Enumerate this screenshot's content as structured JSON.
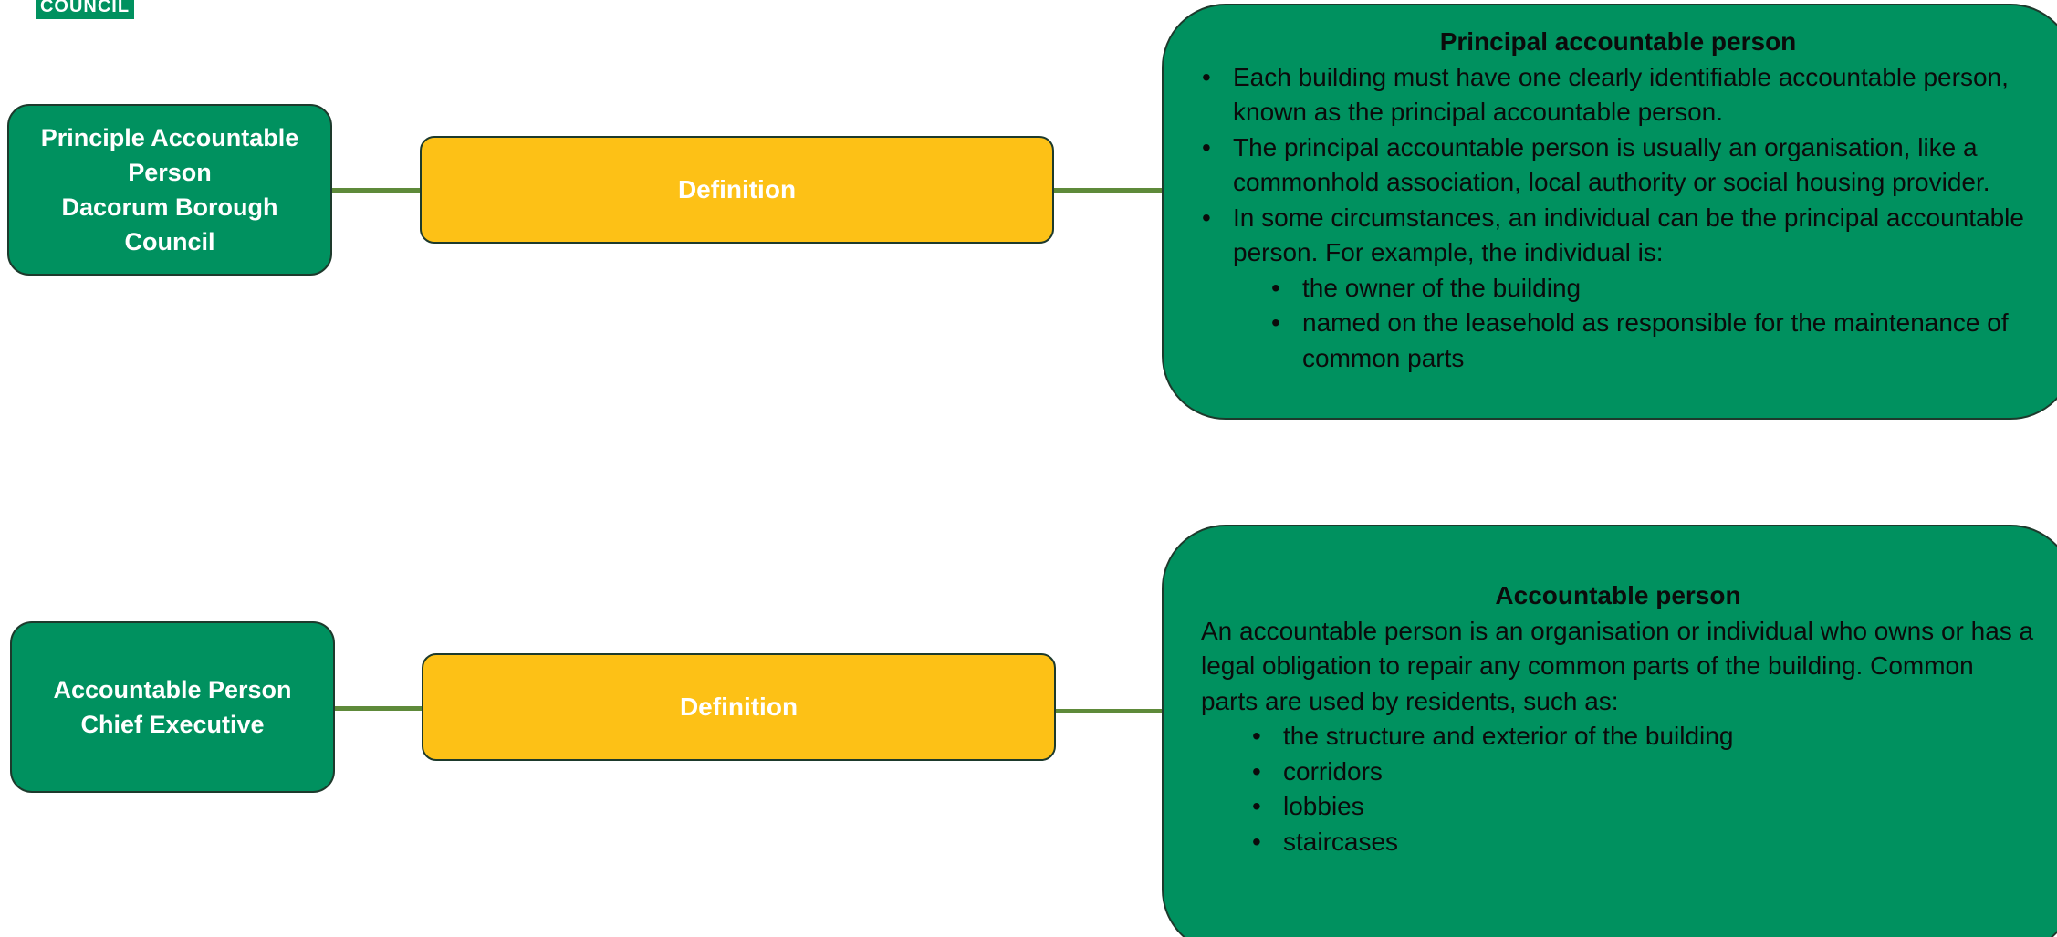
{
  "logo": {
    "text": "COUNCIL"
  },
  "colors": {
    "green": "#00915f",
    "yellow": "#fdc116",
    "connector": "#5e8a3a",
    "border": "#1d3a2c"
  },
  "rows": [
    {
      "role_lines": [
        "Principle Accountable",
        "Person",
        "Dacorum Borough",
        "Council"
      ],
      "definition_label": "Definition",
      "info": {
        "title": "Principal accountable person",
        "bullets": [
          "Each building must have one clearly identifiable accountable person, known as the principal accountable person.",
          "The principal accountable person is usually an organisation, like a commonhold association, local authority or social housing provider.",
          "In some circumstances, an individual can be the principal accountable person. For example, the individual is:"
        ],
        "sub_bullets": [
          "the owner of the building",
          "named on the leasehold as responsible for the maintenance of common parts"
        ]
      }
    },
    {
      "role_lines": [
        "Accountable Person",
        "Chief Executive"
      ],
      "definition_label": "Definition",
      "info": {
        "title": "Accountable person",
        "paragraph": "An accountable person is an organisation or individual who owns or has a legal obligation to repair any common parts of the building. Common parts are used by residents, such as:",
        "bullets": [
          "the structure and exterior of the building",
          "corridors",
          "lobbies",
          "staircases"
        ]
      }
    }
  ]
}
